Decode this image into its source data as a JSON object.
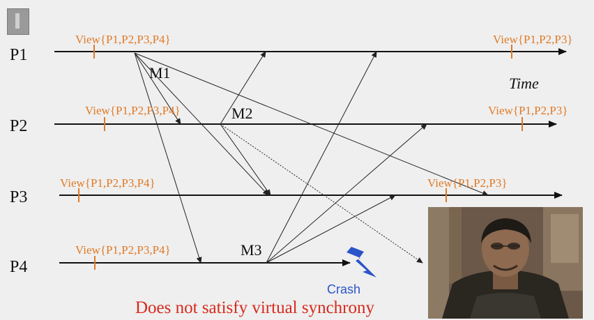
{
  "processes": [
    {
      "id": "p1",
      "label": "P1"
    },
    {
      "id": "p2",
      "label": "P2"
    },
    {
      "id": "p3",
      "label": "P3"
    },
    {
      "id": "p4",
      "label": "P4"
    }
  ],
  "views": {
    "p1_initial": "View{P1,P2,P3,P4}",
    "p2_initial": "View{P1,P2,P3,P4}",
    "p3_initial": "View{P1,P2,P3,P4}",
    "p4_initial": "View{P1,P2,P3,P4}",
    "p1_new": "View{P1,P2,P3}",
    "p2_new": "View{P1,P2,P3}",
    "p3_new": "View{P1,P2,P3}"
  },
  "messages": {
    "m1": "M1",
    "m2": "M2",
    "m3": "M3"
  },
  "time_label": "Time",
  "crash_label": "Crash",
  "footer": "Does not satisfy virtual synchrony",
  "colors": {
    "view_marker": "#e07a26",
    "crash": "#2a55c8",
    "footer": "#d62a1c",
    "timeline": "#111111"
  }
}
